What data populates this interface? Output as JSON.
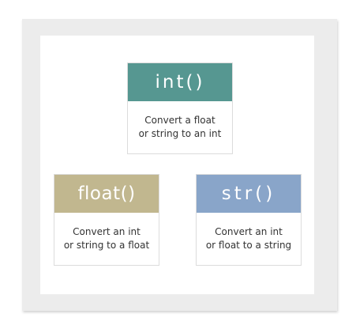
{
  "cards": [
    {
      "title": "int()",
      "color": "#569791",
      "line1": "Convert a float",
      "line2": "or string to an int"
    },
    {
      "title": "float()",
      "color": "#c1b78f",
      "line1": "Convert an int",
      "line2": "or string to a float"
    },
    {
      "title": "str()",
      "color": "#89a5c9",
      "line1": "Convert an int",
      "line2": "or float to a string"
    }
  ]
}
